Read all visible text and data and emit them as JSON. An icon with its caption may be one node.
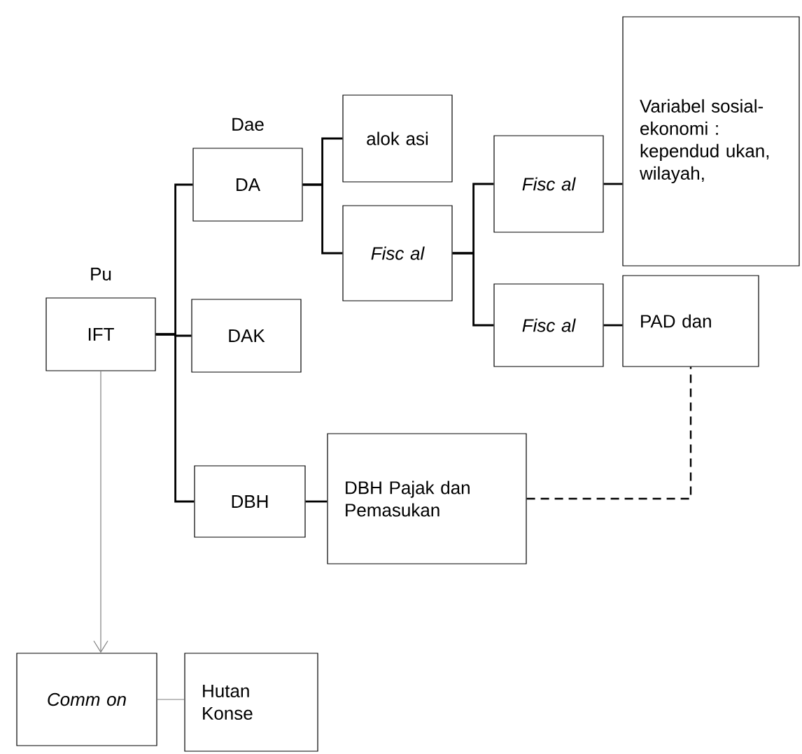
{
  "diagram": {
    "nodes": [
      {
        "text": [
          "Pu",
          "IFT"
        ]
      },
      {
        "text": [
          "Dae",
          "DA"
        ]
      },
      {
        "text": [
          "DAK"
        ]
      },
      {
        "text": [
          "DBH"
        ]
      },
      {
        "text": [
          "alok asi"
        ]
      },
      {
        "text": [
          "Fisc al"
        ]
      },
      {
        "text": [
          "Fisc al"
        ]
      },
      {
        "text": [
          "Fisc al"
        ]
      },
      {
        "text": [
          "Variabel sosial-ekonomi : kependud ukan, wilayah,"
        ]
      },
      {
        "text": [
          "PAD dan"
        ]
      },
      {
        "text": [
          "DBH Pajak dan Pemasukan"
        ]
      },
      {
        "text": [
          "Comm on"
        ]
      },
      {
        "text": [
          "Hutan Konse"
        ]
      }
    ],
    "edges": [
      {
        "from": 0,
        "to": 1,
        "arrow": "none"
      },
      {
        "from": 0,
        "to": 2,
        "arrow": "none"
      },
      {
        "from": 0,
        "to": 3,
        "arrow": "none"
      },
      {
        "from": 1,
        "to": 4,
        "arrow": "none"
      },
      {
        "from": 1,
        "to": 5,
        "arrow": "none"
      },
      {
        "from": 5,
        "to": 6,
        "arrow": "none"
      },
      {
        "from": 5,
        "to": 7,
        "arrow": "none"
      },
      {
        "from": 6,
        "to": 8,
        "arrow": "none"
      },
      {
        "from": 7,
        "to": 9,
        "arrow": "none"
      },
      {
        "from": 3,
        "to": 10,
        "arrow": "none"
      },
      {
        "from": 10,
        "to": 9,
        "arrow": "none",
        "style": "dashed"
      },
      {
        "from": 0,
        "to": 11,
        "arrow": "to",
        "color": "#808080"
      },
      {
        "from": 11,
        "to": 12,
        "arrow": "none",
        "color": "#808080"
      }
    ]
  }
}
